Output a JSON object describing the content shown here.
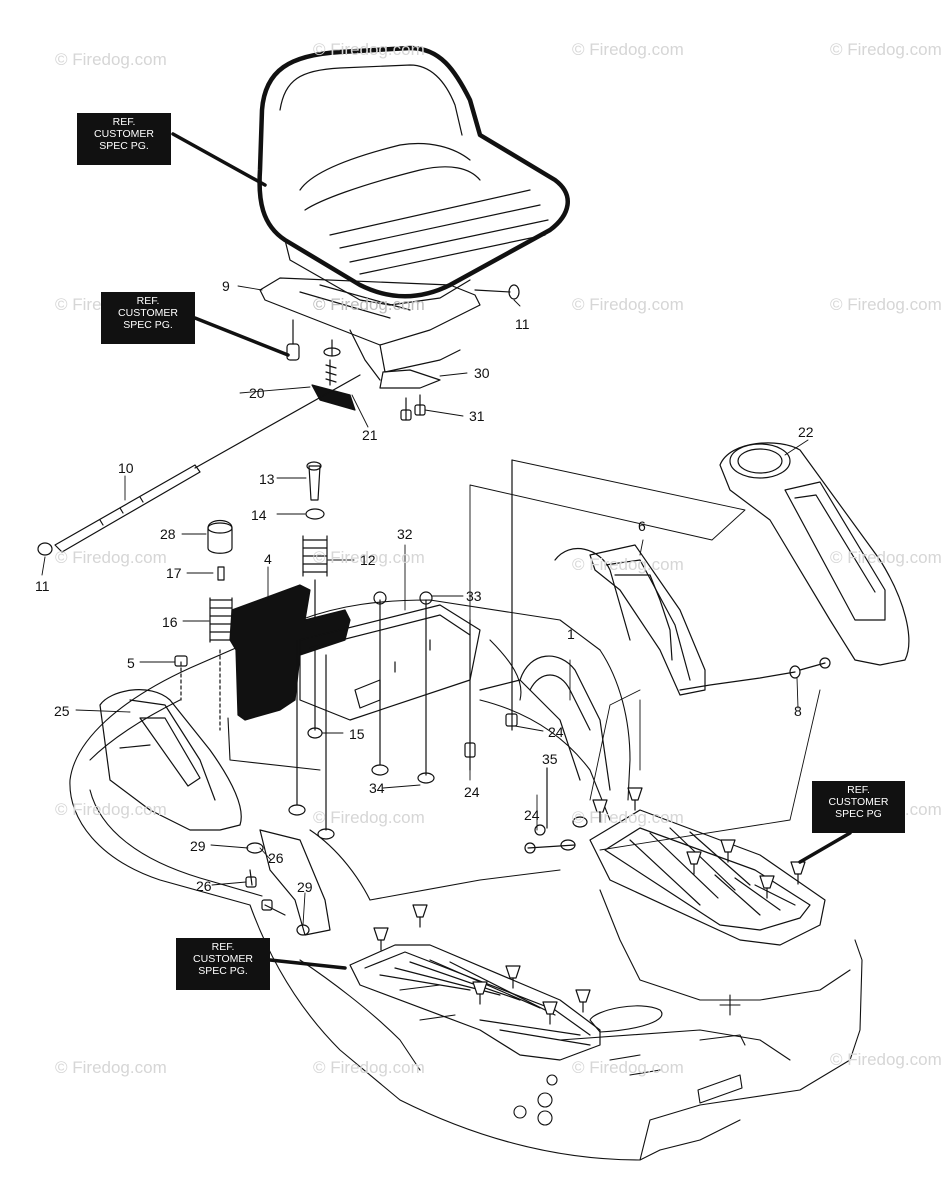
{
  "watermark": "© Firedog.com",
  "ref_box": {
    "line1": "REF.",
    "line2": "CUSTOMER",
    "line3": "SPEC PG.",
    "line3_alt": "SPEC PG"
  },
  "callouts": {
    "c1": "1",
    "c4": "4",
    "c5": "5",
    "c6": "6",
    "c8": "8",
    "c9": "9",
    "c10": "10",
    "c11": "11",
    "c12": "12",
    "c13": "13",
    "c14": "14",
    "c15": "15",
    "c16": "16",
    "c17": "17",
    "c20": "20",
    "c21": "21",
    "c22": "22",
    "c24": "24",
    "c25": "25",
    "c26": "26",
    "c28": "28",
    "c29": "29",
    "c30": "30",
    "c31": "31",
    "c32": "32",
    "c33": "33",
    "c34": "34",
    "c35": "35"
  }
}
